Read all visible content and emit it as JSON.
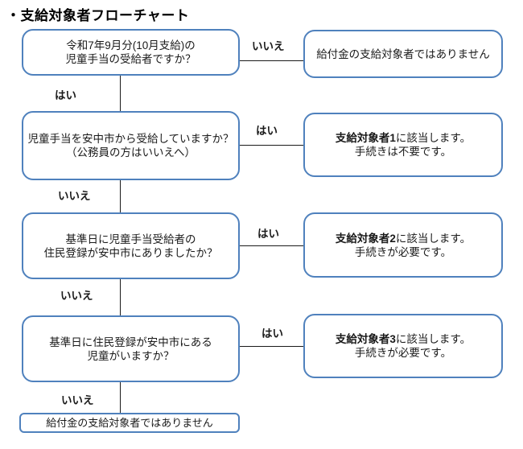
{
  "title": "・支給対象者フローチャート",
  "labels": {
    "yes": "はい",
    "no": "いいえ"
  },
  "questions": {
    "q1": {
      "l1": "令和7年9月分(10月支給)の",
      "l2": "児童手当の受給者ですか？"
    },
    "q2": {
      "l1": "児童手当を安中市から受給していますか？",
      "l2": "（公務員の方はいいえへ）"
    },
    "q3": {
      "l1": "基準日に児童手当受給者の",
      "l2": "住民登録が安中市にありましたか？"
    },
    "q4": {
      "l1": "基準日に住民登録が安中市にある",
      "l2": "児童がいますか？"
    }
  },
  "results": {
    "r1": {
      "text": "給付金の支給対象者ではありません"
    },
    "r2": {
      "bold": "支給対象者1",
      "rest": "に該当します。",
      "l2": "手続きは不要です。"
    },
    "r3": {
      "bold": "支給対象者2",
      "rest": "に該当します。",
      "l2": "手続きが必要です。"
    },
    "r4": {
      "bold": "支給対象者3",
      "rest": "に該当します。",
      "l2": "手続きが必要です。"
    }
  },
  "final": {
    "text": "給付金の支給対象者ではありません"
  },
  "colors": {
    "box_border": "#4f81bd",
    "connector": "#1a1a1a",
    "text": "#1a1a1a",
    "background": "#ffffff"
  }
}
